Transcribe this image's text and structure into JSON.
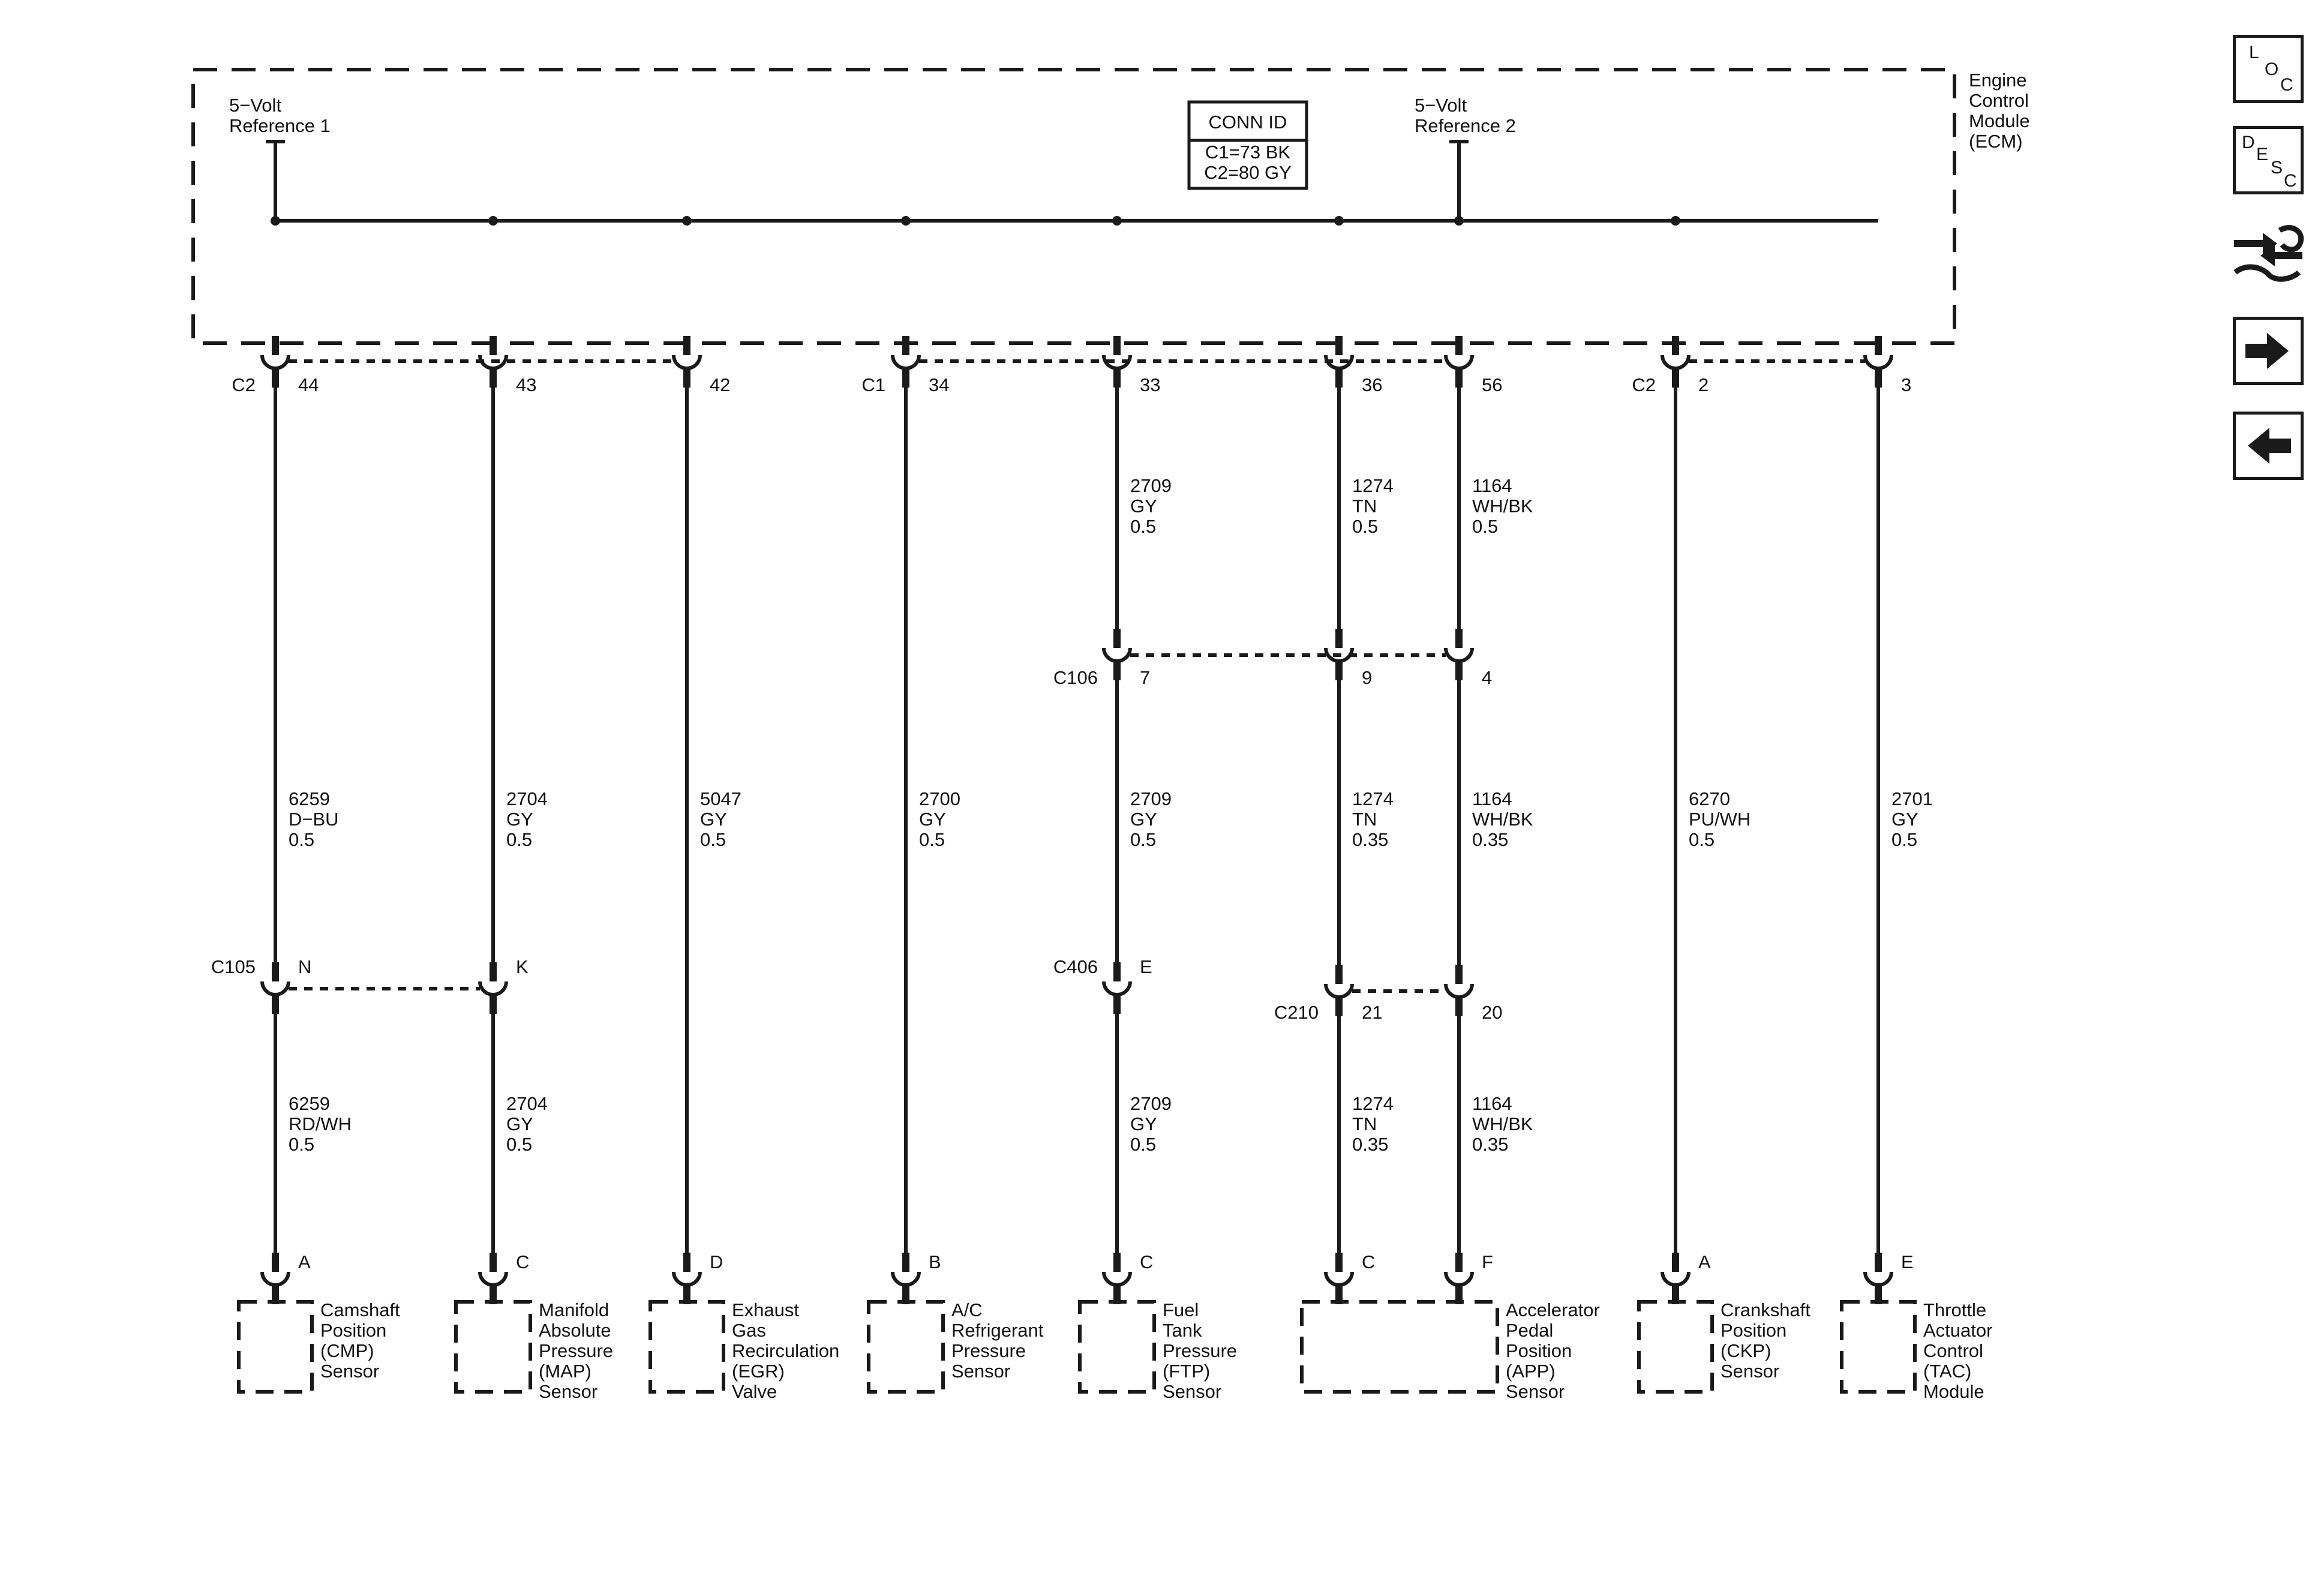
{
  "colors": {
    "ink": "#1a1a1a",
    "background": "#ffffff"
  },
  "ecm": {
    "name_lines": [
      "Engine",
      "Control",
      "Module",
      "(ECM)"
    ],
    "conn_id": {
      "title": "CONN ID",
      "rows": [
        "C1=73 BK",
        "C2=80 GY"
      ]
    },
    "ref1": [
      "5−Volt",
      "Reference 1"
    ],
    "ref2": [
      "5−Volt",
      "Reference 2"
    ]
  },
  "ecm_connector_labels": [
    "C2",
    "C1",
    "C2"
  ],
  "circuits": [
    {
      "pin": "44",
      "upper_wire": [
        "6259",
        "D−BU",
        "0.5"
      ],
      "lower_wire": [
        "6259",
        "RD/WH",
        "0.5"
      ],
      "component_pin": "A",
      "component": [
        "Camshaft",
        "Position",
        "(CMP)",
        "Sensor"
      ]
    },
    {
      "pin": "43",
      "upper_wire": [
        "2704",
        "GY",
        "0.5"
      ],
      "lower_wire": [
        "2704",
        "GY",
        "0.5"
      ],
      "component_pin": "C",
      "component": [
        "Manifold",
        "Absolute",
        "Pressure",
        "(MAP)",
        "Sensor"
      ]
    },
    {
      "pin": "42",
      "upper_wire": [
        "5047",
        "GY",
        "0.5"
      ],
      "component_pin": "D",
      "component": [
        "Exhaust",
        "Gas",
        "Recirculation",
        "(EGR)",
        "Valve"
      ]
    },
    {
      "pin": "34",
      "upper_wire": [
        "2700",
        "GY",
        "0.5"
      ],
      "component_pin": "B",
      "component": [
        "A/C",
        "Refrigerant",
        "Pressure",
        "Sensor"
      ]
    },
    {
      "pin": "33",
      "top_wire": [
        "2709",
        "GY",
        "0.5"
      ],
      "upper_wire": [
        "2709",
        "GY",
        "0.5"
      ],
      "lower_wire": [
        "2709",
        "GY",
        "0.5"
      ],
      "component_pin": "C",
      "component": [
        "Fuel",
        "Tank",
        "Pressure",
        "(FTP)",
        "Sensor"
      ]
    },
    {
      "pin": "36",
      "top_wire": [
        "1274",
        "TN",
        "0.5"
      ],
      "upper_wire": [
        "1274",
        "TN",
        "0.35"
      ],
      "lower_wire": [
        "1274",
        "TN",
        "0.35"
      ],
      "component_pin": "C"
    },
    {
      "pin": "56",
      "top_wire": [
        "1164",
        "WH/BK",
        "0.5"
      ],
      "upper_wire": [
        "1164",
        "WH/BK",
        "0.35"
      ],
      "lower_wire": [
        "1164",
        "WH/BK",
        "0.35"
      ],
      "component_pin": "F",
      "component": [
        "Accelerator",
        "Pedal",
        "Position",
        "(APP)",
        "Sensor"
      ]
    },
    {
      "pin": "2",
      "upper_wire": [
        "6270",
        "PU/WH",
        "0.5"
      ],
      "component_pin": "A",
      "component": [
        "Crankshaft",
        "Position",
        "(CKP)",
        "Sensor"
      ]
    },
    {
      "pin": "3",
      "upper_wire": [
        "2701",
        "GY",
        "0.5"
      ],
      "component_pin": "E",
      "component": [
        "Throttle",
        "Actuator",
        "Control",
        "(TAC)",
        "Module"
      ]
    }
  ],
  "inline_connectors": [
    {
      "name": "C106",
      "pins": [
        "7",
        "9",
        "4"
      ]
    },
    {
      "name": "C105",
      "pins": [
        "N",
        "K"
      ]
    },
    {
      "name": "C406",
      "pins": [
        "E"
      ]
    },
    {
      "name": "C210",
      "pins": [
        "21",
        "20"
      ]
    }
  ],
  "nav": {
    "loc": [
      "L",
      "O",
      "C"
    ],
    "desc": [
      "D",
      "E",
      "S",
      "C"
    ],
    "icons": [
      "harness-route-icon",
      "arrow-right-icon",
      "arrow-left-icon"
    ]
  }
}
